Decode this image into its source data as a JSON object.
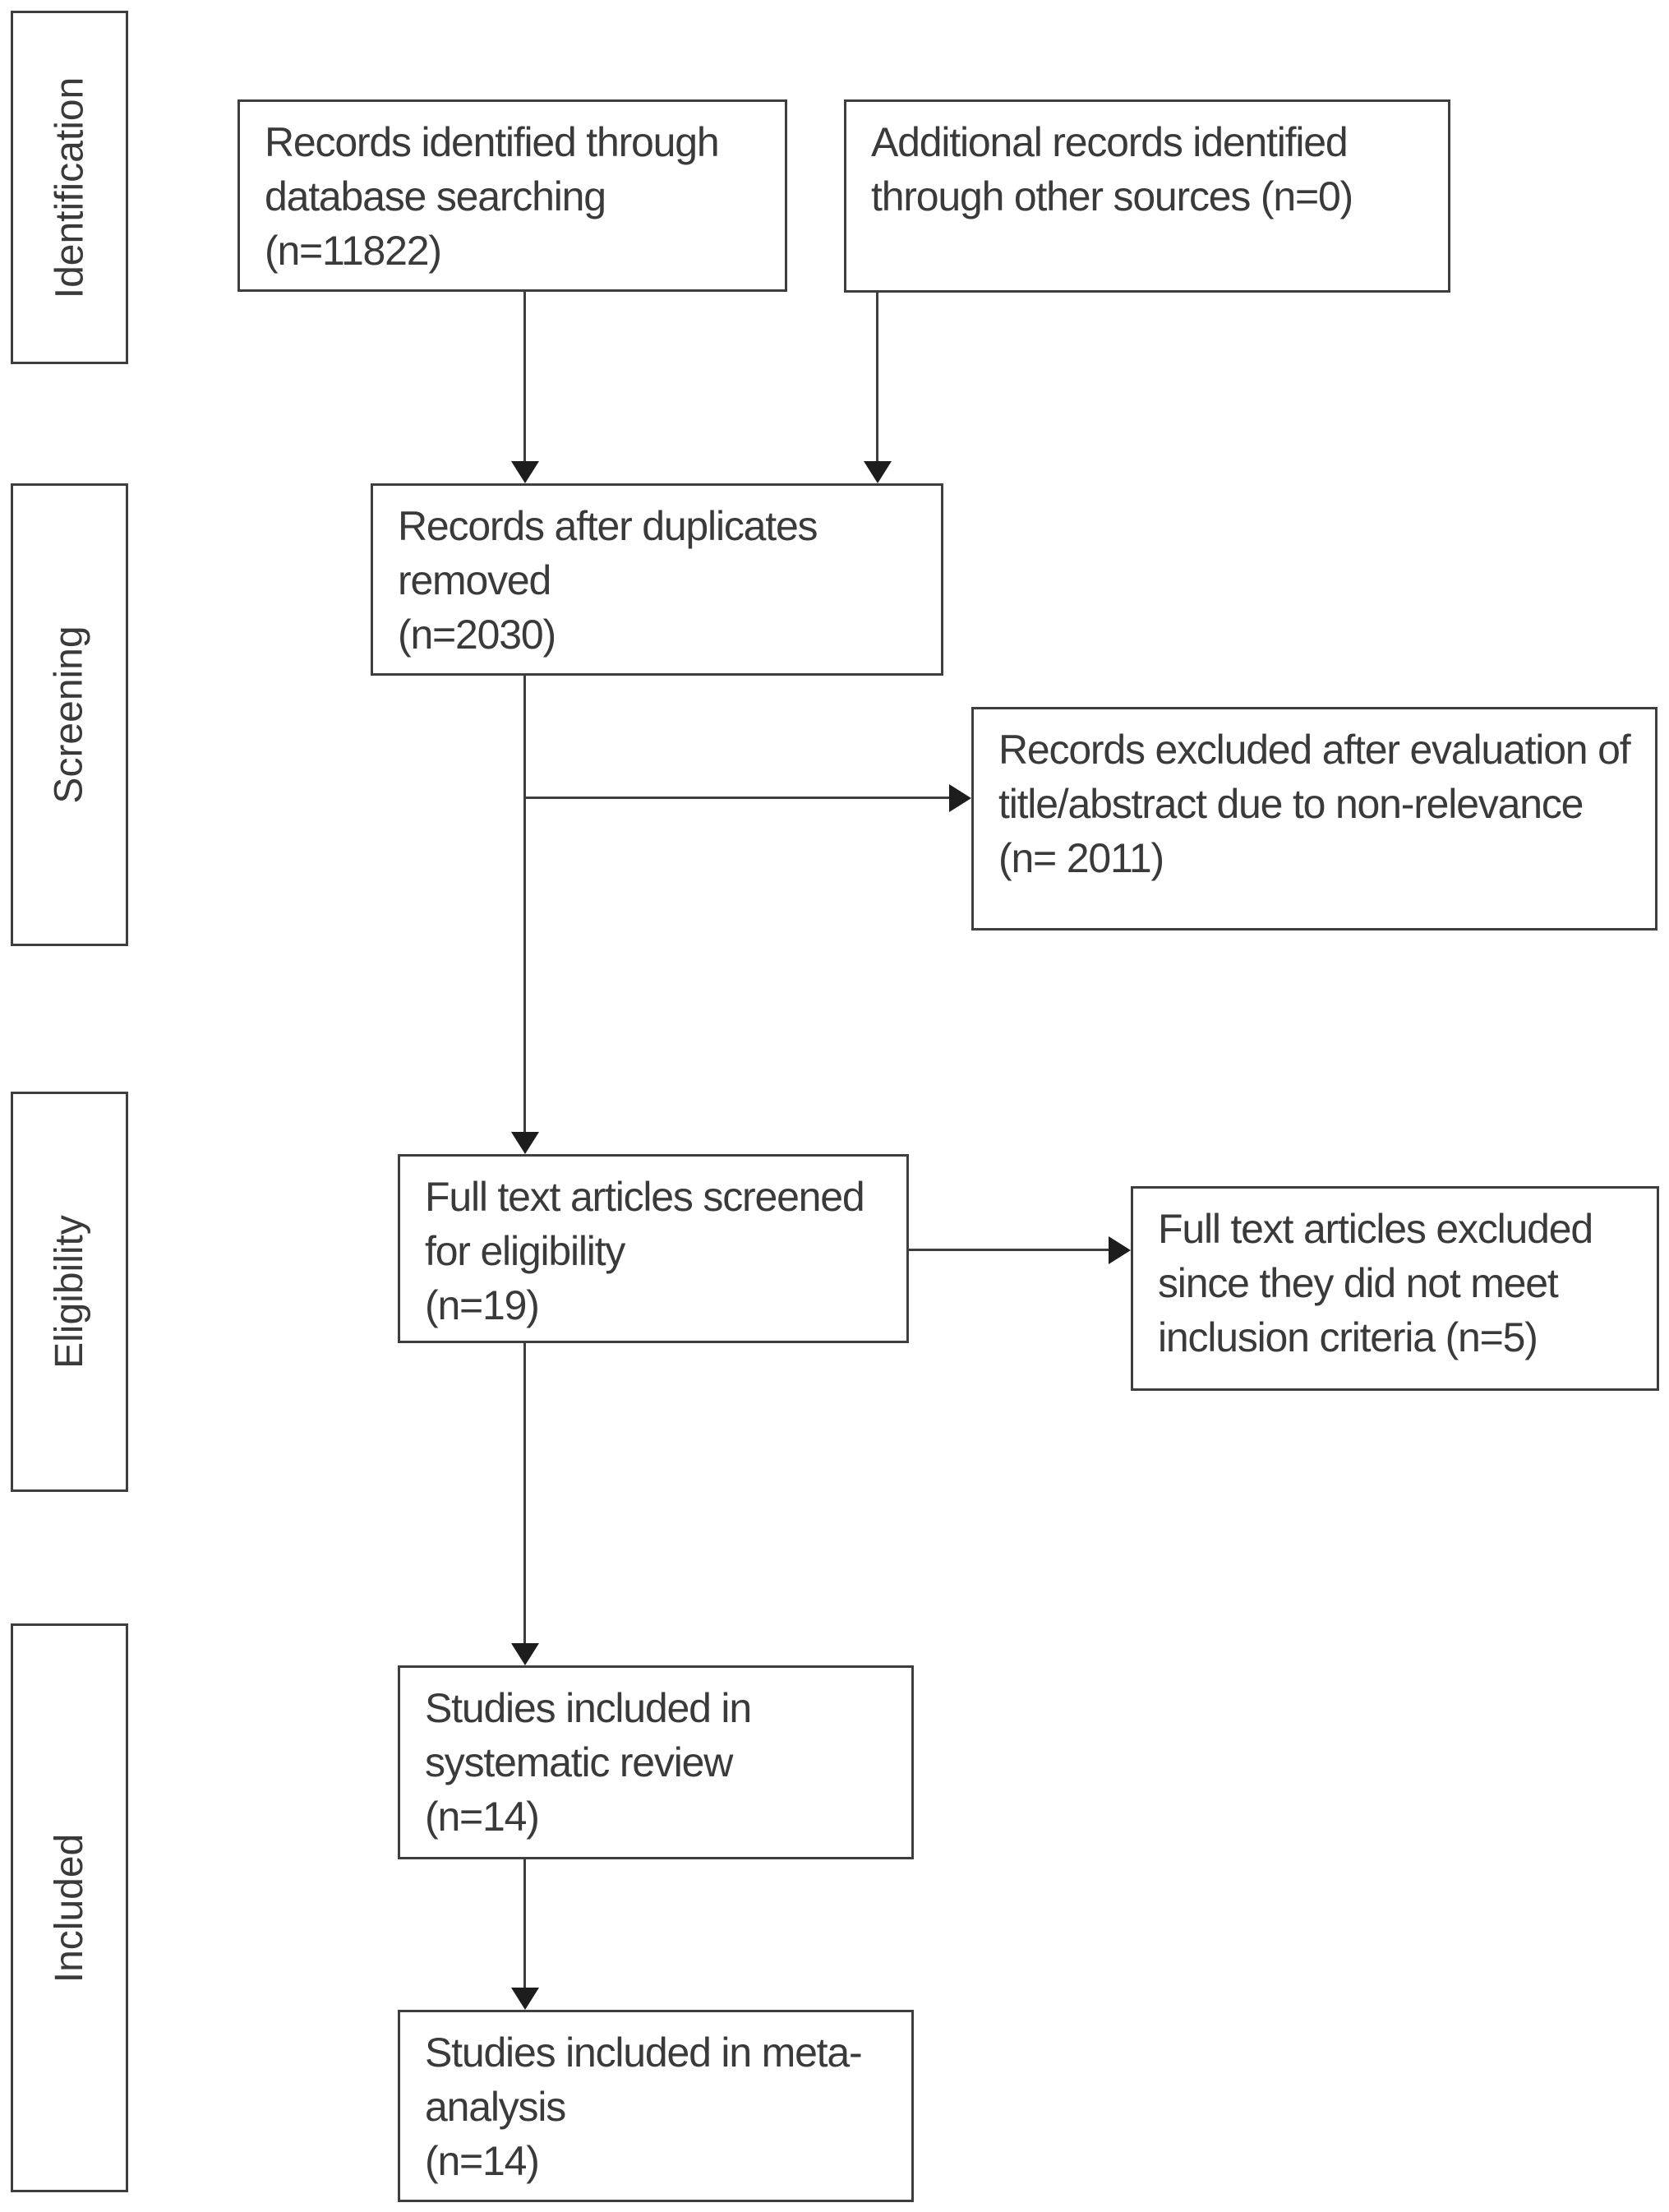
{
  "stages": [
    {
      "label": "Identification"
    },
    {
      "label": "Screening"
    },
    {
      "label": "Eligibility"
    },
    {
      "label": "Included"
    }
  ],
  "boxes": {
    "records_identified": {
      "text": "Records identified through\ndatabase searching\n(n=11822)"
    },
    "additional_records": {
      "text": "Additional records identified\nthrough other sources (n=0)"
    },
    "after_duplicates": {
      "text": "Records after duplicates\nremoved\n(n=2030)"
    },
    "records_excluded": {
      "text": "Records excluded after evaluation of\ntitle/abstract due to non-relevance\n(n= 2011)"
    },
    "fulltext_screened": {
      "text": "Full text articles screened\nfor eligibility\n(n=19)"
    },
    "fulltext_excluded": {
      "text": "Full text articles excluded\nsince they did not meet\ninclusion criteria (n=5)"
    },
    "systematic_review": {
      "text": "Studies included in\nsystematic review\n(n=14)"
    },
    "meta_analysis": {
      "text": "Studies included in meta-\nanalysis\n(n=14)"
    }
  },
  "colors": {
    "stroke": "#3e3e3e",
    "arrowhead": "#1d1d1d",
    "text": "#3a3a3a",
    "background": "#ffffff"
  }
}
